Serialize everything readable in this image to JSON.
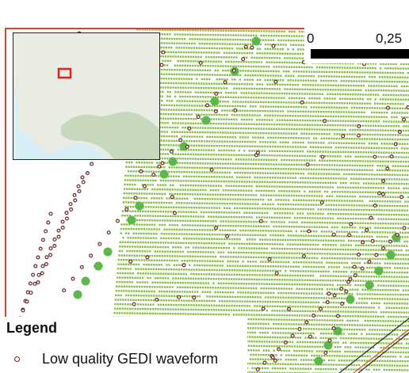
{
  "map": {
    "frame_color": "#e04030",
    "footprint_color": "#86bf45",
    "large_footprint_color": "#5cb84a",
    "low_quality_color": "#6b2525",
    "road_color": "#333333",
    "road_accent_color": "#d4622a"
  },
  "inset": {
    "sea_color": "#d8eef5",
    "land_color": "#e9ece3",
    "forest_color": "#c7d8bd",
    "marker_color": "#e02020"
  },
  "scalebar": {
    "labels": [
      "0",
      "0,25"
    ]
  },
  "legend": {
    "title": "Legend",
    "items": [
      {
        "label": "Low quality GEDI waveform",
        "icon": "low-quality-waveform-marker-icon"
      }
    ]
  }
}
